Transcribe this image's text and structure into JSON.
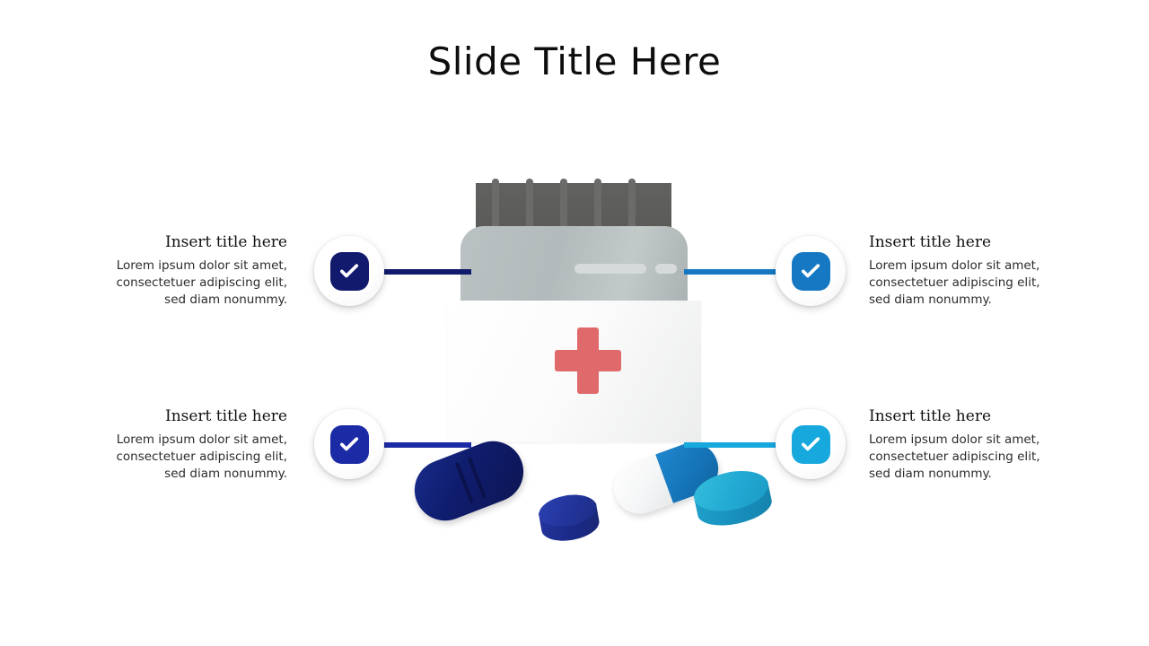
{
  "slide": {
    "title": "Slide Title Here",
    "background": "#ffffff"
  },
  "items": [
    {
      "position": "top-left",
      "title": "Insert title here",
      "body": "Lorem ipsum dolor sit amet, consectetuer adipiscing elit, sed diam nonummy.",
      "color": "#121a6e",
      "icon": "check-icon"
    },
    {
      "position": "top-right",
      "title": "Insert title here",
      "body": "Lorem ipsum dolor sit amet, consectetuer adipiscing elit, sed diam nonummy.",
      "color": "#1678c2",
      "icon": "check-icon"
    },
    {
      "position": "bottom-left",
      "title": "Insert title here",
      "body": "Lorem ipsum dolor sit amet, consectetuer adipiscing elit, sed diam nonummy.",
      "color": "#1b2aa5",
      "icon": "check-icon"
    },
    {
      "position": "bottom-right",
      "title": "Insert title here",
      "body": "Lorem ipsum dolor sit amet, consectetuer adipiscing elit, sed diam nonummy.",
      "color": "#17a8dd",
      "icon": "check-icon"
    }
  ],
  "illustration": {
    "name": "medicine-bottle-with-pills",
    "cap_color": "#5a5a58",
    "bottle_color": "#b2babb",
    "label_color": "#ffffff",
    "cross_color": "#e0696b",
    "pills": [
      {
        "name": "navy-oblong-tablet",
        "color": "#101d6e"
      },
      {
        "name": "blue-round-tablet",
        "color": "#223499"
      },
      {
        "name": "white-blue-capsule",
        "color": "#1574b8"
      },
      {
        "name": "cyan-round-tablet",
        "color": "#22a9d2"
      }
    ]
  }
}
